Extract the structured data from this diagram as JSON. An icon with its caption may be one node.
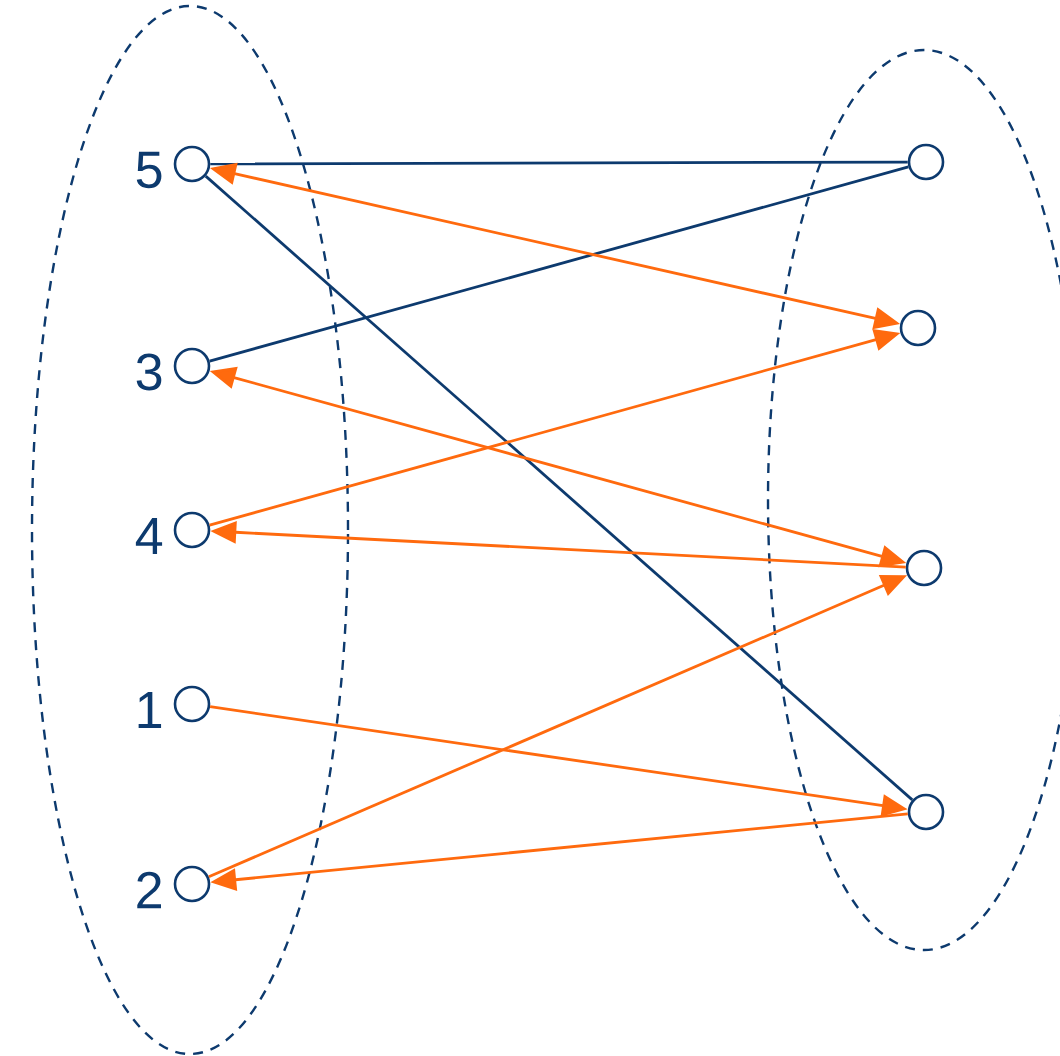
{
  "diagram": {
    "nodes": [
      {
        "text": [],
        "shape": "ellipse"
      },
      {
        "text": [],
        "shape": "circle",
        "in": 0,
        "beside": [
          "5"
        ]
      },
      {
        "text": [],
        "shape": "circle",
        "in": 0,
        "beside": [
          "3"
        ]
      },
      {
        "text": [],
        "shape": "circle",
        "in": 0,
        "beside": [
          "4"
        ]
      },
      {
        "text": [],
        "shape": "circle",
        "in": 0,
        "beside": [
          "1"
        ]
      },
      {
        "text": [],
        "shape": "circle",
        "in": 0,
        "beside": [
          "2"
        ]
      },
      {
        "text": [],
        "shape": "ellipse"
      },
      {
        "text": [],
        "shape": "circle",
        "in": 6
      },
      {
        "text": [],
        "shape": "circle",
        "in": 6
      },
      {
        "text": [],
        "shape": "circle",
        "in": 6
      },
      {
        "text": [],
        "shape": "circle",
        "in": 6
      }
    ],
    "edges": [
      {
        "from": 7,
        "to": 1,
        "arrow": "none",
        "color": "#0d3a6e"
      },
      {
        "from": 7,
        "to": 2,
        "arrow": "none",
        "color": "#0d3a6e"
      },
      {
        "from": 1,
        "to": 10,
        "arrow": "none",
        "color": "#0d3a6e"
      },
      {
        "from": 1,
        "to": 8,
        "arrow": "both"
      },
      {
        "from": 3,
        "to": 8,
        "arrow": "to"
      },
      {
        "from": 2,
        "to": 9,
        "arrow": "both"
      },
      {
        "from": 9,
        "to": 3,
        "arrow": "to"
      },
      {
        "from": 5,
        "to": 9,
        "arrow": "to"
      },
      {
        "from": 4,
        "to": 10,
        "arrow": "to"
      },
      {
        "from": 10,
        "to": 5,
        "arrow": "to"
      }
    ]
  }
}
